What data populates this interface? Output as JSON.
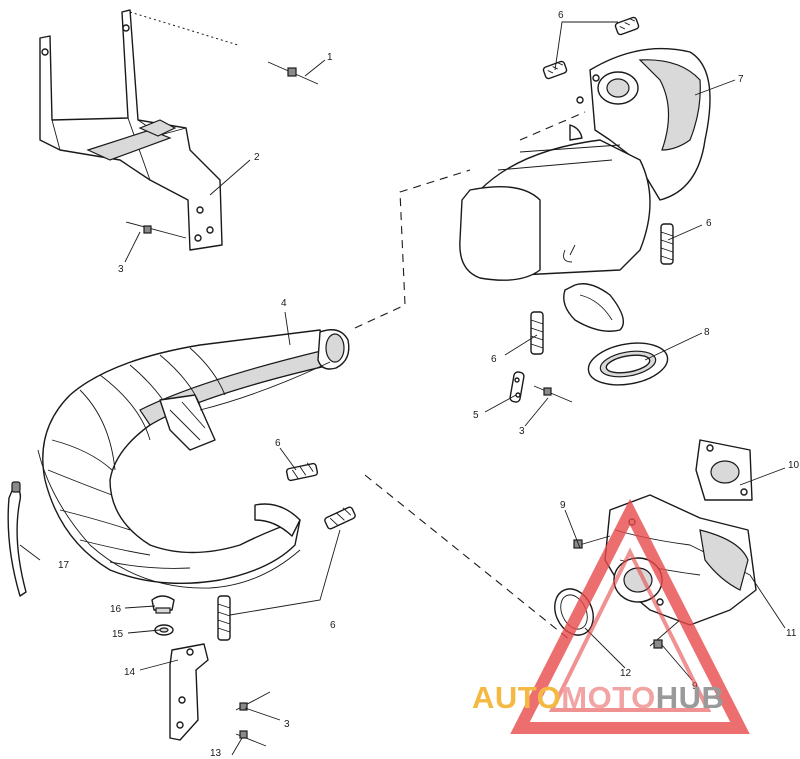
{
  "callouts": {
    "c1": "1",
    "c2": "2",
    "c3a": "3",
    "c3b": "3",
    "c3c": "3",
    "c4": "4",
    "c5": "5",
    "c6a": "6",
    "c6b": "6",
    "c6c": "6",
    "c6d": "6",
    "c6e": "6",
    "c7": "7",
    "c8": "8",
    "c9a": "9",
    "c9b": "9",
    "c10": "10",
    "c11": "11",
    "c12": "12",
    "c13": "13",
    "c14": "14",
    "c15": "15",
    "c16": "16",
    "c17": "17"
  },
  "watermark": {
    "part1": "AUTO",
    "part2": "MOTO",
    "part3": "HUB",
    "color_part1": "#f4b942",
    "color_part2": "#f2a3a3",
    "color_part3": "#9a9a9a",
    "triangle_color": "#e84a4a"
  }
}
